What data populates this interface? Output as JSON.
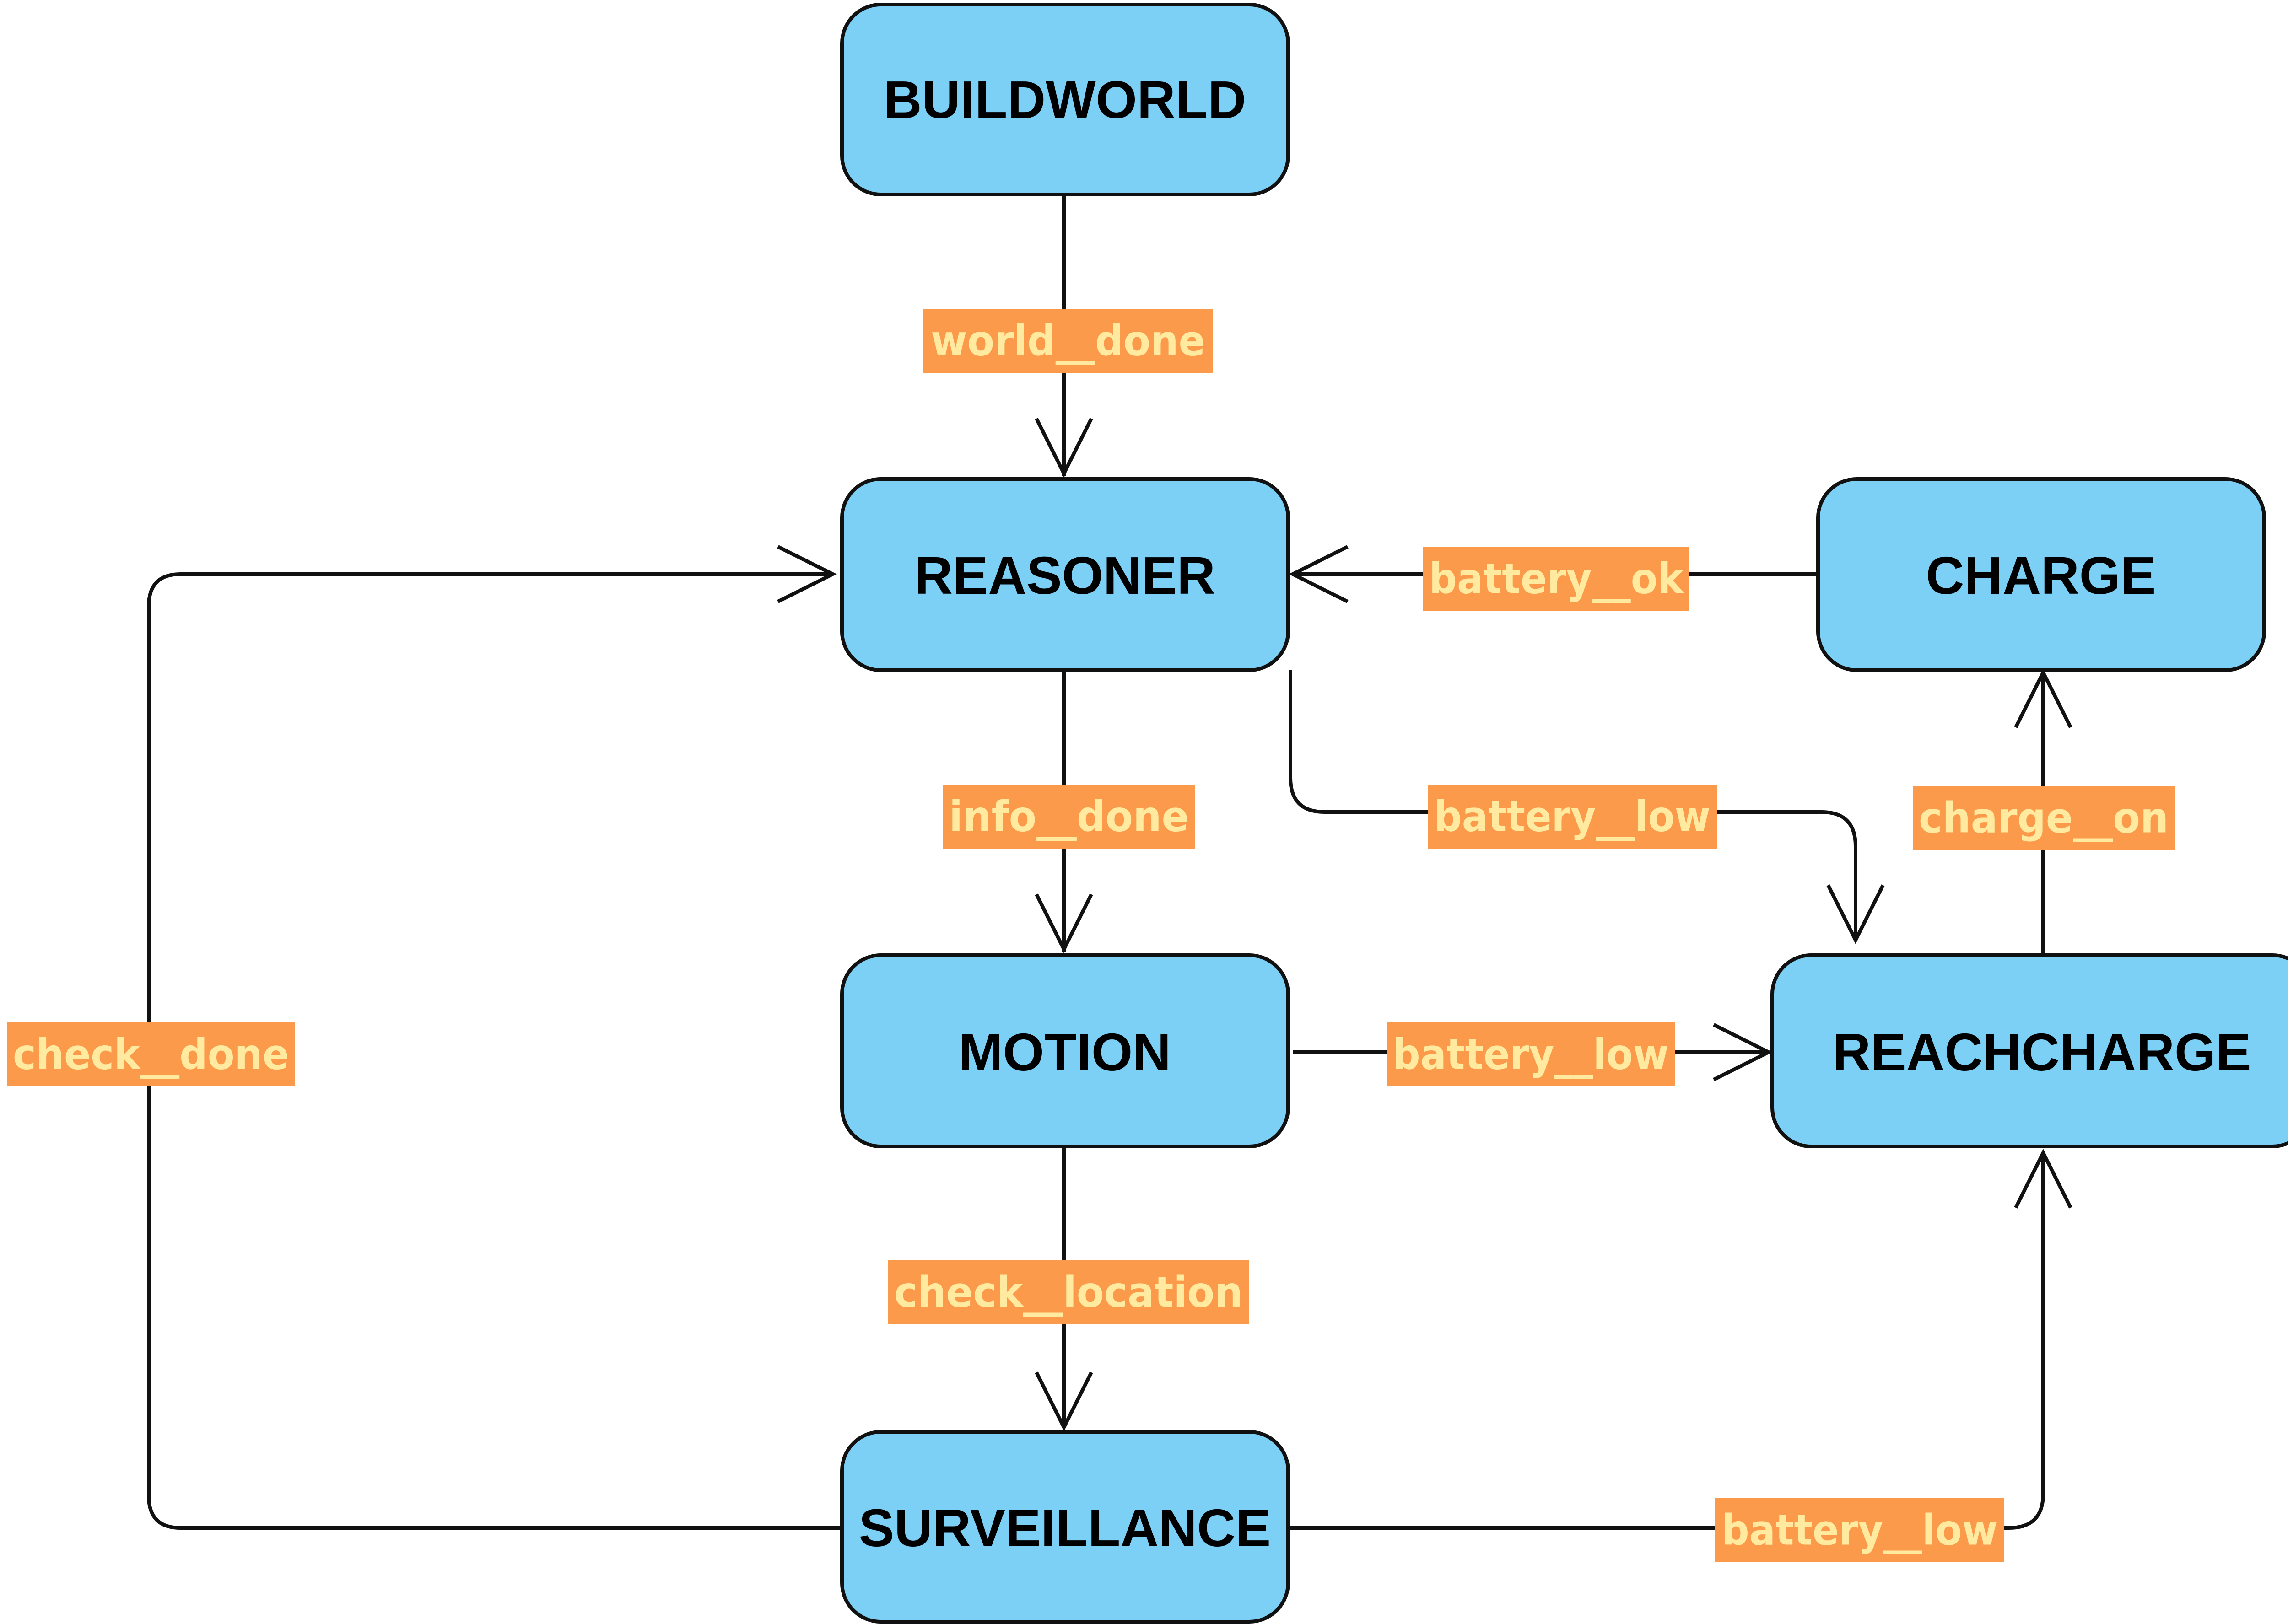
{
  "diagram": {
    "states": {
      "buildworld": "BUILDWORLD",
      "reasoner": "REASONER",
      "charge": "CHARGE",
      "motion": "MOTION",
      "reachcharge": "REACHCHARGE",
      "surveillance": "SURVEILLANCE"
    },
    "transitions": {
      "world_done": "world__done",
      "battery_ok": "battery__ok",
      "info_done": "info__done",
      "battery_low_reasoner": "battery__low",
      "charge_on": "charge__on",
      "check_done": "check__done",
      "battery_low_motion": "battery__low",
      "check_location": "check__location",
      "battery_low_surveillance": "battery__low"
    },
    "edges": [
      {
        "from": "BUILDWORLD",
        "to": "REASONER",
        "label": "world__done"
      },
      {
        "from": "CHARGE",
        "to": "REASONER",
        "label": "battery__ok"
      },
      {
        "from": "REASONER",
        "to": "MOTION",
        "label": "info__done"
      },
      {
        "from": "REASONER",
        "to": "REACHCHARGE",
        "label": "battery__low"
      },
      {
        "from": "REACHCHARGE",
        "to": "CHARGE",
        "label": "charge__on"
      },
      {
        "from": "SURVEILLANCE",
        "to": "REASONER",
        "label": "check__done"
      },
      {
        "from": "MOTION",
        "to": "REACHCHARGE",
        "label": "battery__low"
      },
      {
        "from": "MOTION",
        "to": "SURVEILLANCE",
        "label": "check__location"
      },
      {
        "from": "SURVEILLANCE",
        "to": "REACHCHARGE",
        "label": "battery__low"
      }
    ],
    "colors": {
      "state_fill": "#7ccff5",
      "state_border": "#111111",
      "label_background": "#fb9a4b",
      "label_text": "#ffeaa0"
    }
  }
}
